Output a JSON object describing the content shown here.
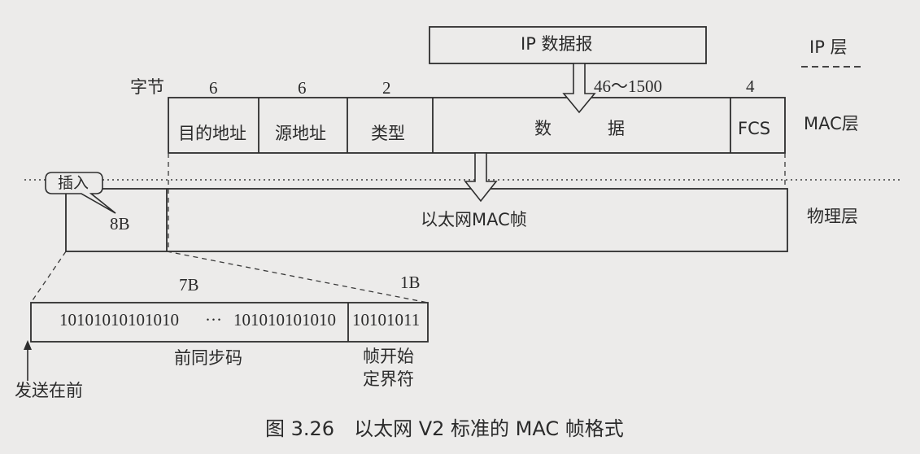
{
  "ip_datagram": "IP 数据报",
  "layers": {
    "ip": "IP 层",
    "mac": "MAC层",
    "physical": "物理层"
  },
  "byte_label": "字节",
  "mac_fields": [
    {
      "name": "目的地址",
      "bytes": "6"
    },
    {
      "name": "源地址",
      "bytes": "6"
    },
    {
      "name": "类型",
      "bytes": "2"
    },
    {
      "name": "数",
      "name2": "据",
      "bytes": "46～1500"
    },
    {
      "name": "FCS",
      "bytes": "4"
    }
  ],
  "insert_label": "插入",
  "preamble_size": "8B",
  "ethernet_mac_frame": "以太网MAC帧",
  "preamble": {
    "size_7b": "7B",
    "size_1b": "1B",
    "bits_left": "10101010101010",
    "ellipsis": "···",
    "bits_mid": "101010101010",
    "bits_sfd": "10101011",
    "sync_code": "前同步码",
    "sfd_line1": "帧开始",
    "sfd_line2": "定界符"
  },
  "send_first": "发送在前",
  "caption": "图 3.26　以太网 V2 标准的 MAC 帧格式"
}
